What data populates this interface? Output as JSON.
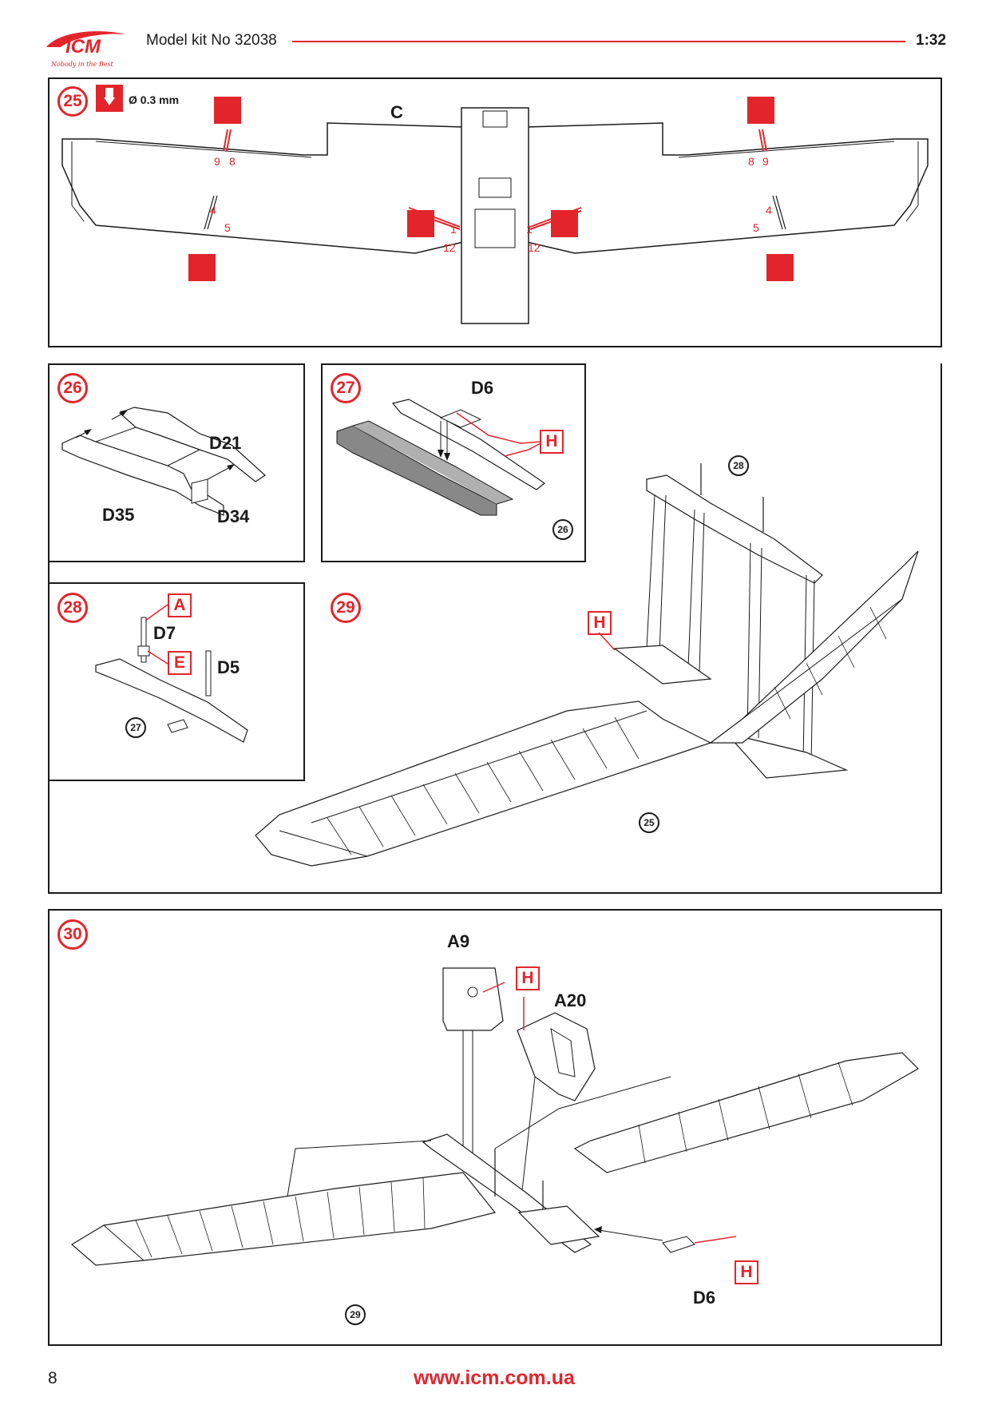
{
  "header": {
    "logo_text": "ICM",
    "logo_tagline": "Nobody in the Best",
    "title": "Model kit No 32038",
    "scale": "1:32"
  },
  "colors": {
    "accent": "#e3252b",
    "line": "#1a1a1a"
  },
  "step25": {
    "number": "25",
    "drill_label": "Ø 0.3 mm",
    "part": "C",
    "hole_labels": [
      "9",
      "8",
      "8",
      "9",
      "4",
      "5",
      "4",
      "5",
      "1",
      "12",
      "1",
      "12"
    ]
  },
  "step26": {
    "number": "26",
    "parts": [
      "D21",
      "D35",
      "D34"
    ]
  },
  "step27": {
    "number": "27",
    "part": "D6",
    "glue": "H",
    "ref": "26"
  },
  "step28": {
    "number": "28",
    "parts": [
      "D7",
      "D5"
    ],
    "glues": [
      "A",
      "E"
    ],
    "ref": "27"
  },
  "step29": {
    "number": "29",
    "glue": "H",
    "refs": [
      "28",
      "25"
    ]
  },
  "step30": {
    "number": "30",
    "parts": [
      "A9",
      "A20",
      "D6"
    ],
    "glues": [
      "H",
      "H"
    ],
    "ref": "29"
  },
  "footer": {
    "page": "8",
    "url": "www.icm.com.ua"
  }
}
